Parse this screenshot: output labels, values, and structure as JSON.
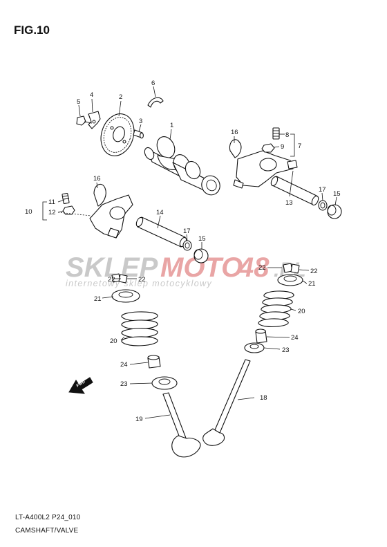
{
  "figure": {
    "title": "FIG.10",
    "model_code": "LT-A400L2 P24_010",
    "section_name": "CAMSHAFT/VALVE"
  },
  "watermark": {
    "brand_part1": "SKLEP",
    "brand_part2": "MOTO",
    "brand_part3": "48",
    "brand_tld": ".PL",
    "tagline": "internetowy sklep motocyklowy",
    "color_grey": "#c9c9c9",
    "color_red": "#e9a5a5"
  },
  "direction_marker": {
    "label": "FWD"
  },
  "callouts": {
    "c1": "1",
    "c2": "2",
    "c3": "3",
    "c4": "4",
    "c5": "5",
    "c6": "6",
    "c7": "7",
    "c8": "8",
    "c9": "9",
    "c10": "10",
    "c11": "11",
    "c12": "12",
    "c13": "13",
    "c14": "14",
    "c15a": "15",
    "c15b": "15",
    "c16a": "16",
    "c16b": "16",
    "c17a": "17",
    "c17b": "17",
    "c18": "18",
    "c19": "19",
    "c20a": "20",
    "c20b": "20",
    "c21a": "21",
    "c21b": "21",
    "c22a": "22",
    "c22b": "22",
    "c22c": "22",
    "c22d": "22",
    "c23a": "23",
    "c23b": "23",
    "c24a": "24",
    "c24b": "24"
  }
}
